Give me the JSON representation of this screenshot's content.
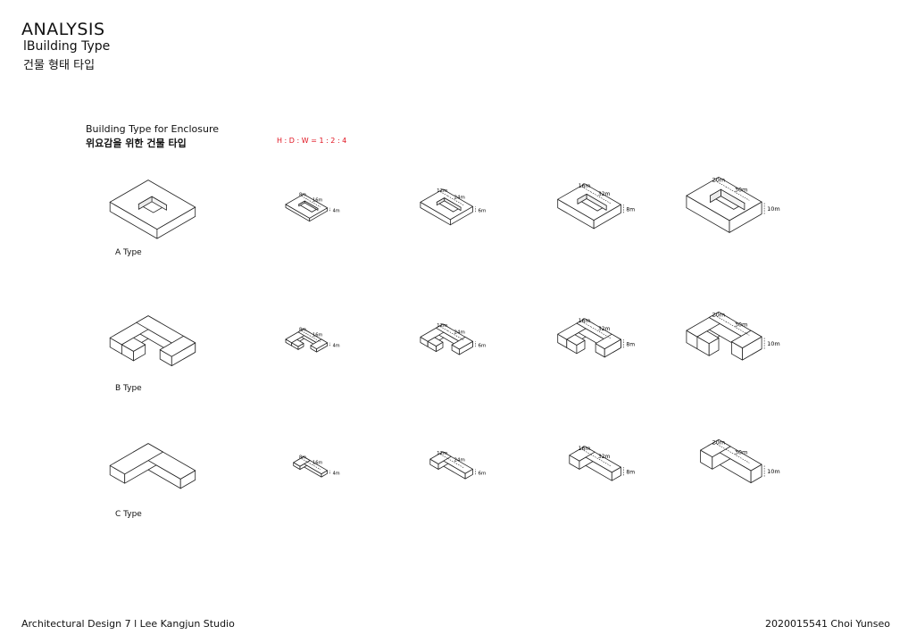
{
  "header": {
    "title": "ANALYSIS",
    "subtitle_en": "lBuilding Type",
    "subtitle_ko": "건물 형태 타입"
  },
  "section": {
    "title_en": "Building Type for Enclosure",
    "title_ko": "위요감을 위한 건물 타입",
    "ratio": "H : D : W = 1 : 2 : 4",
    "ratio_color": "#e0121f"
  },
  "types": [
    {
      "label": "A Type",
      "shape": "ring"
    },
    {
      "label": "B Type",
      "shape": "c-shape"
    },
    {
      "label": "C Type",
      "shape": "l-shape"
    }
  ],
  "variants": [
    {
      "depth": "8m",
      "width": "16m",
      "height": "4m"
    },
    {
      "depth": "12m",
      "width": "24m",
      "height": "6m"
    },
    {
      "depth": "16m",
      "width": "32m",
      "height": "8m"
    },
    {
      "depth": "20m",
      "width": "30m",
      "height": "10m"
    }
  ],
  "footer": {
    "left": "Architectural Design 7 l Lee Kangjun Studio",
    "right": "2020015541 Choi Yunseo"
  }
}
